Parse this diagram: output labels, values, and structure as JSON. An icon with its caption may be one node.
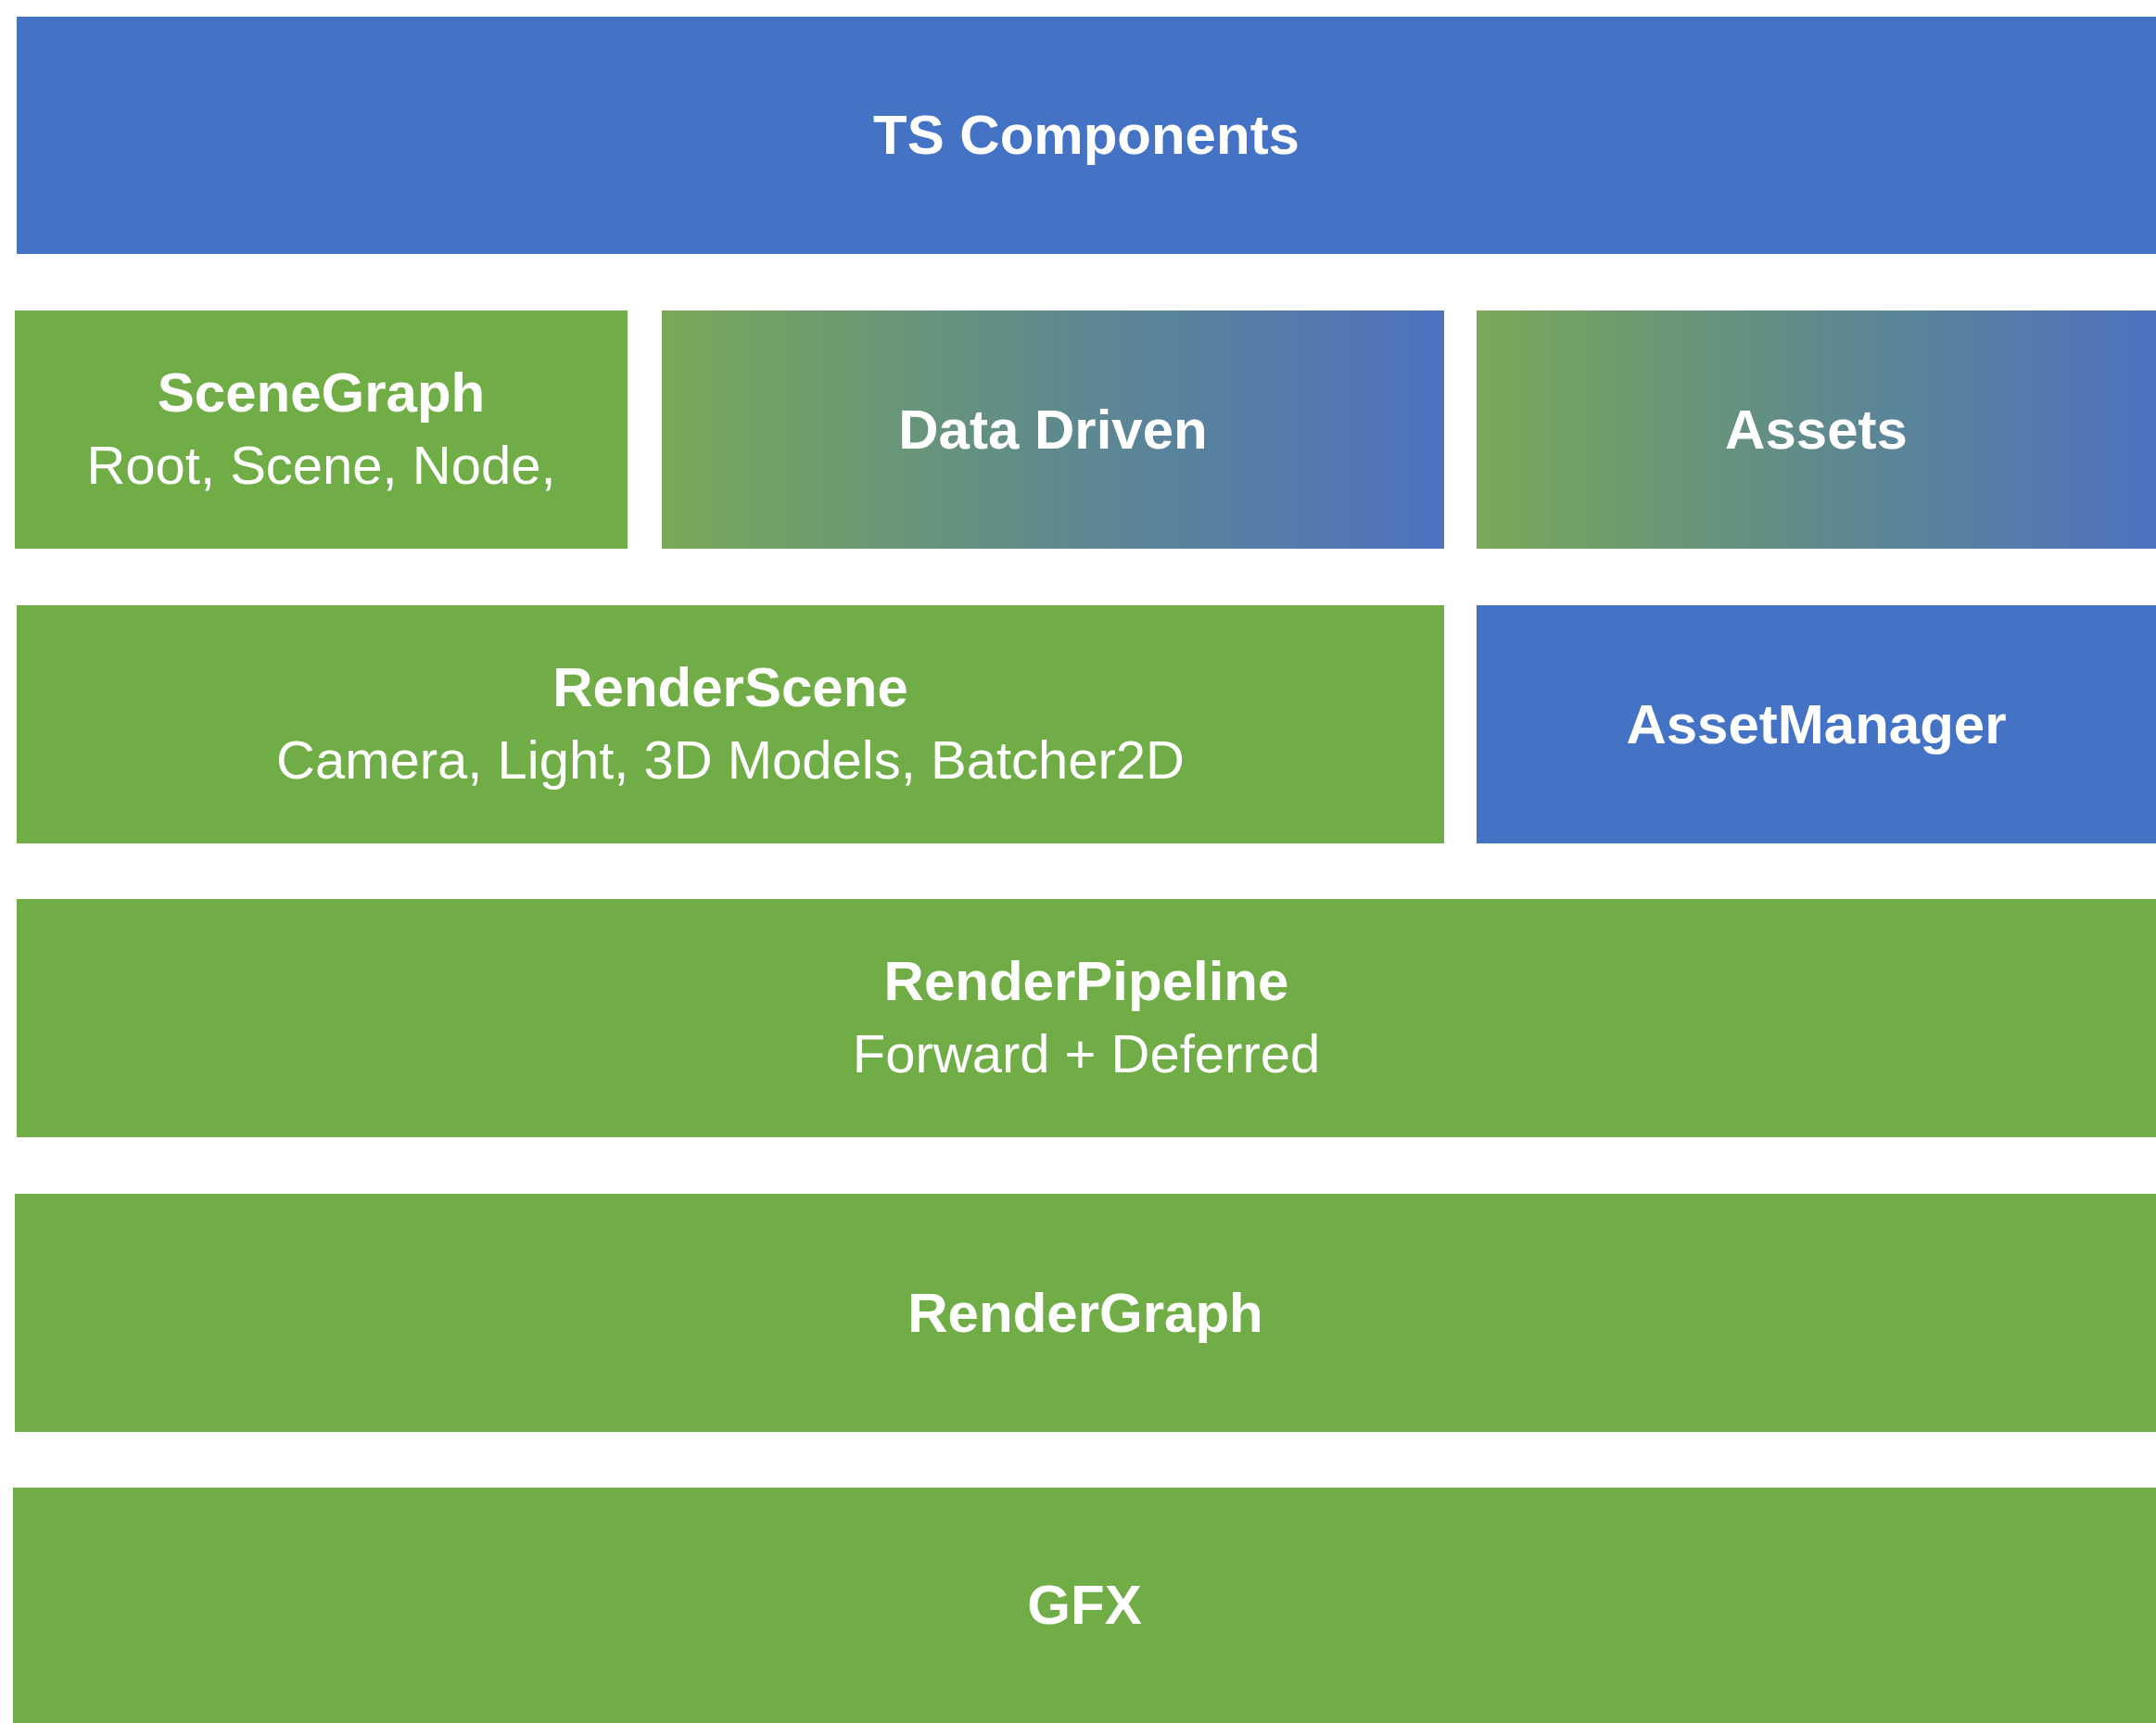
{
  "diagram": {
    "nodes": [
      {
        "text": [
          "TS Components"
        ]
      },
      {
        "text": [
          "SceneGraph",
          "Root, Scene, Node,"
        ]
      },
      {
        "text": [
          "Data Driven"
        ]
      },
      {
        "text": [
          "Assets"
        ]
      },
      {
        "text": [
          "RenderScene",
          "Camera, Light, 3D Models, Batcher2D"
        ]
      },
      {
        "text": [
          "AssetManager"
        ]
      },
      {
        "text": [
          "RenderPipeline",
          "Forward + Deferred"
        ]
      },
      {
        "text": [
          "RenderGraph"
        ]
      },
      {
        "text": [
          "GFX"
        ]
      }
    ]
  }
}
